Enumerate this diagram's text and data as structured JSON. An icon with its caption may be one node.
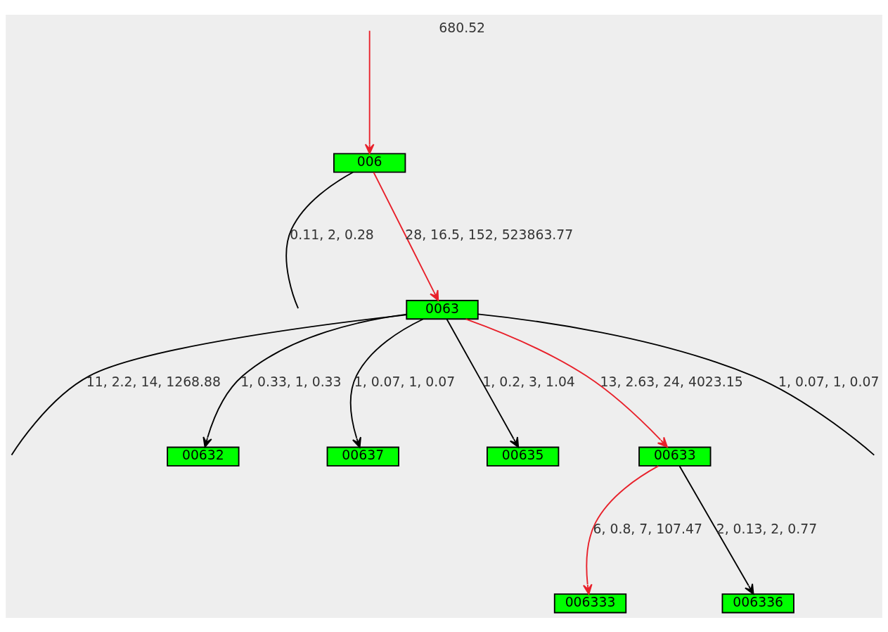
{
  "diagram": {
    "nodes": [
      {
        "text": [
          "006"
        ]
      },
      {
        "text": [
          "0063"
        ]
      },
      {
        "text": [
          "00632"
        ]
      },
      {
        "text": [
          "00637"
        ]
      },
      {
        "text": [
          "00635"
        ]
      },
      {
        "text": [
          "00633"
        ]
      },
      {
        "text": [
          "006333"
        ]
      },
      {
        "text": [
          "006336"
        ]
      }
    ],
    "edges": [
      {
        "from": 0,
        "to": null,
        "arrow": "none",
        "label": "0.11, 2, 0.28"
      },
      {
        "from": null,
        "to": 0,
        "arrow": "to",
        "color": "#e8202a"
      },
      {
        "from": 0,
        "to": 1,
        "arrow": "to",
        "label": "28, 16.5, 152, 523863.77",
        "color": "#e8202a"
      },
      {
        "from": 1,
        "to": null,
        "arrow": "none",
        "label": "11, 2.2, 14, 1268.88"
      },
      {
        "from": 1,
        "to": 2,
        "arrow": "to",
        "label": "1, 0.33, 1, 0.33"
      },
      {
        "from": 1,
        "to": 3,
        "arrow": "to",
        "label": "1, 0.07, 1, 0.07"
      },
      {
        "from": 1,
        "to": 4,
        "arrow": "to",
        "label": "1, 0.2, 3, 1.04"
      },
      {
        "from": 1,
        "to": 5,
        "arrow": "to",
        "label": "13, 2.63, 24, 4023.15",
        "color": "#e8202a"
      },
      {
        "from": 1,
        "to": null,
        "arrow": "none",
        "label": "1, 0.07, 1, 0.07"
      },
      {
        "from": 5,
        "to": 6,
        "arrow": "to",
        "label": "6, 0.8, 7, 107.47",
        "color": "#e8202a"
      },
      {
        "from": 5,
        "to": 7,
        "arrow": "to",
        "label": "2, 0.13, 2, 0.77"
      }
    ],
    "labels": [
      "680.52"
    ]
  }
}
